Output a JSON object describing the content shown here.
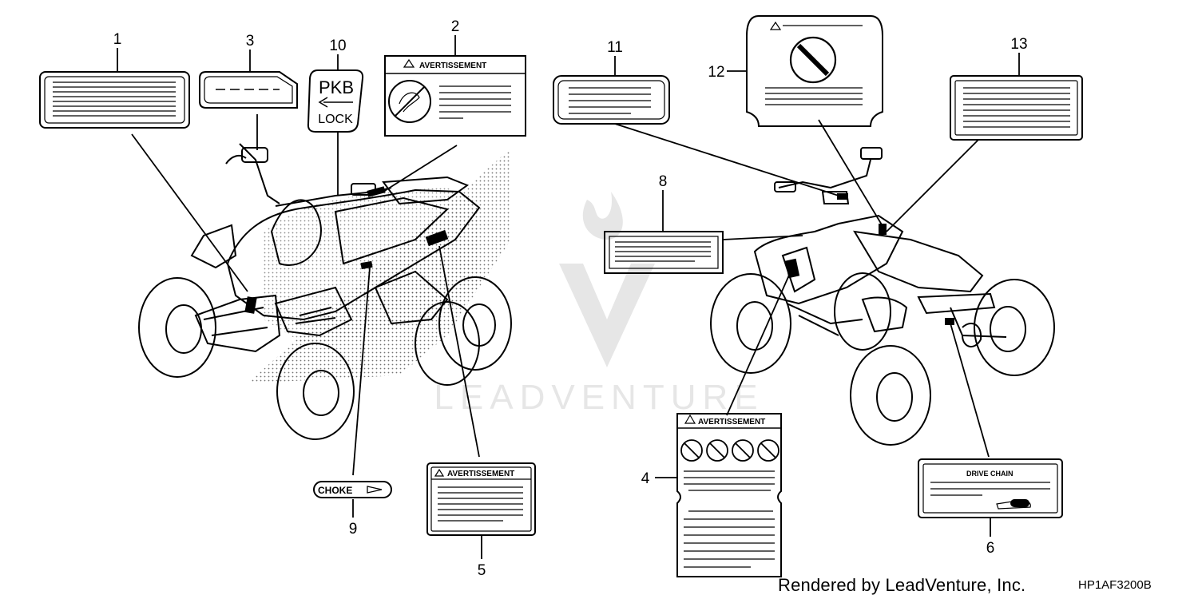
{
  "callouts": [
    "1",
    "2",
    "3",
    "4",
    "5",
    "6",
    "8",
    "9",
    "10",
    "11",
    "12",
    "13"
  ],
  "labels": {
    "pkb": "PKB",
    "lock": "LOCK",
    "choke": "CHOKE",
    "avertissement": "AVERTISSEMENT",
    "drive_chain": "DRIVE CHAIN"
  },
  "watermark": "LEADVENTURE",
  "footer": {
    "credit": "Rendered by LeadVenture, Inc.",
    "part_code": "HP1AF3200B"
  }
}
